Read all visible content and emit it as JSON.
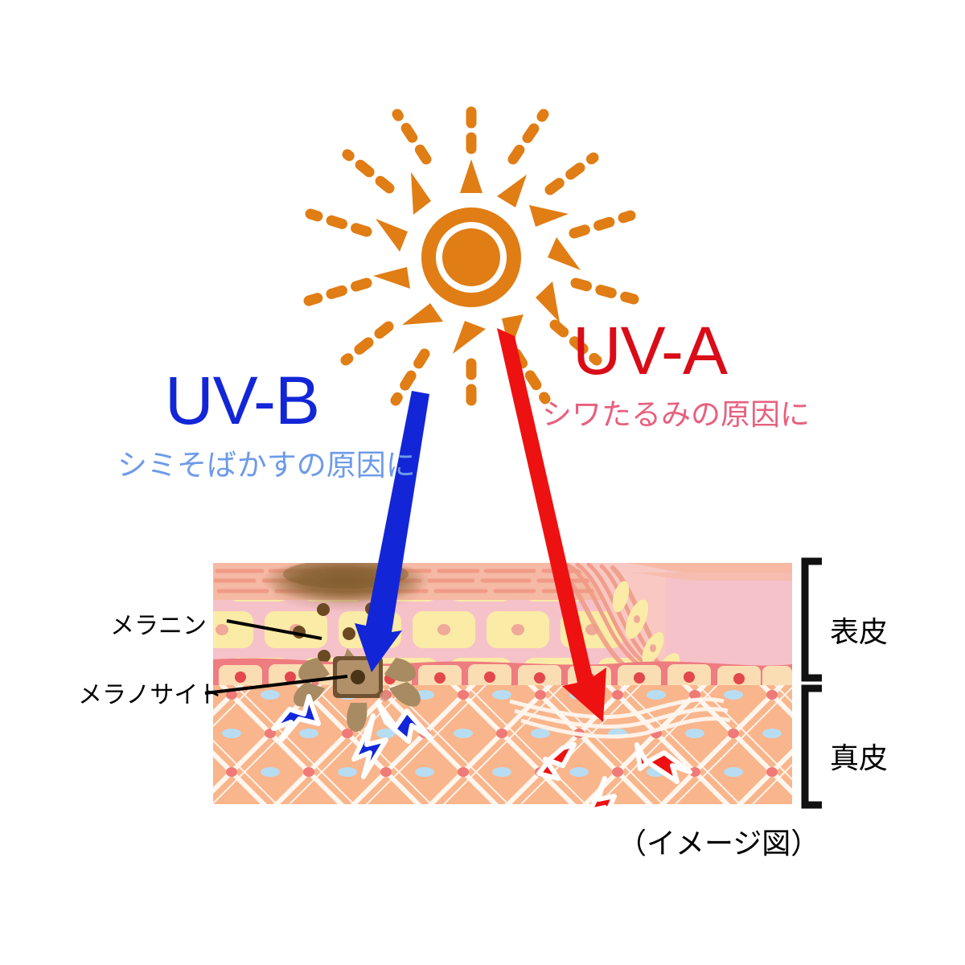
{
  "diagram": {
    "title_visible": false,
    "caption": "（イメージ図）"
  },
  "uvb": {
    "title": "UV-B",
    "subtitle": "シミそばかすの原因に",
    "title_color": "#1226D8",
    "subtitle_color": "#6D9BE8",
    "arrow_color": "#1226D8",
    "arrow_name": "uvb-arrow"
  },
  "uva": {
    "title": "UV-A",
    "subtitle": "シワたるみの原因に",
    "title_color": "#D90C18",
    "subtitle_color": "#E8607E",
    "arrow_color": "#EE1111",
    "arrow_name": "uva-arrow"
  },
  "sun": {
    "name": "sun-icon",
    "color": "#E07D14"
  },
  "callouts": {
    "melanin": "メラニン",
    "melanocyte": "メラノサイト"
  },
  "layers": {
    "epidermis": "表皮",
    "dermis": "真皮"
  },
  "colors": {
    "epidermis_matrix": "#F6C2C9",
    "epidermis_cell": "#FAEBA6",
    "epidermis_nucleus": "#F0A898",
    "stratum_corneum": "#F5B9A4",
    "stratum_corneum_line": "#F09A86",
    "basal_layer": "#EE7C80",
    "basal_cell": "#FBDDB4",
    "basal_nucleus": "#E2484C",
    "dermis_bg": "#F9B58C",
    "dermis_fiber": "#FFF6EE",
    "dermis_node": "#B8DDF2",
    "dermis_dot": "#F07A78",
    "melanin_spot": "#8A6433",
    "melanocyte_body": "#A67C52",
    "melanocyte_nucleus": "#5B3A1E",
    "bracket": "#111111"
  }
}
